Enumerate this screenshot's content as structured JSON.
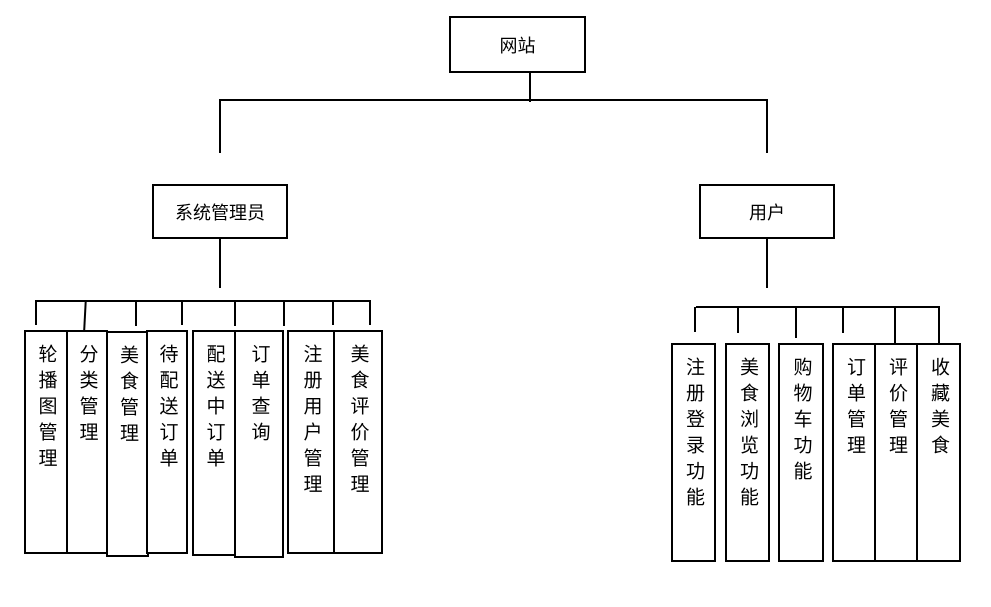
{
  "root": {
    "label": "网站"
  },
  "admin": {
    "label": "系统管理员",
    "children": [
      "轮播图管理",
      "分类管理",
      "美食管理",
      "待配送订单",
      "配送中订单",
      "订单查询",
      "注册用户管理",
      "美食评价管理"
    ]
  },
  "user": {
    "label": "用户",
    "children": [
      "注册登录功能",
      "美食浏览功能",
      "购物车功能",
      "订单管理",
      "评价管理",
      "收藏美食"
    ]
  }
}
